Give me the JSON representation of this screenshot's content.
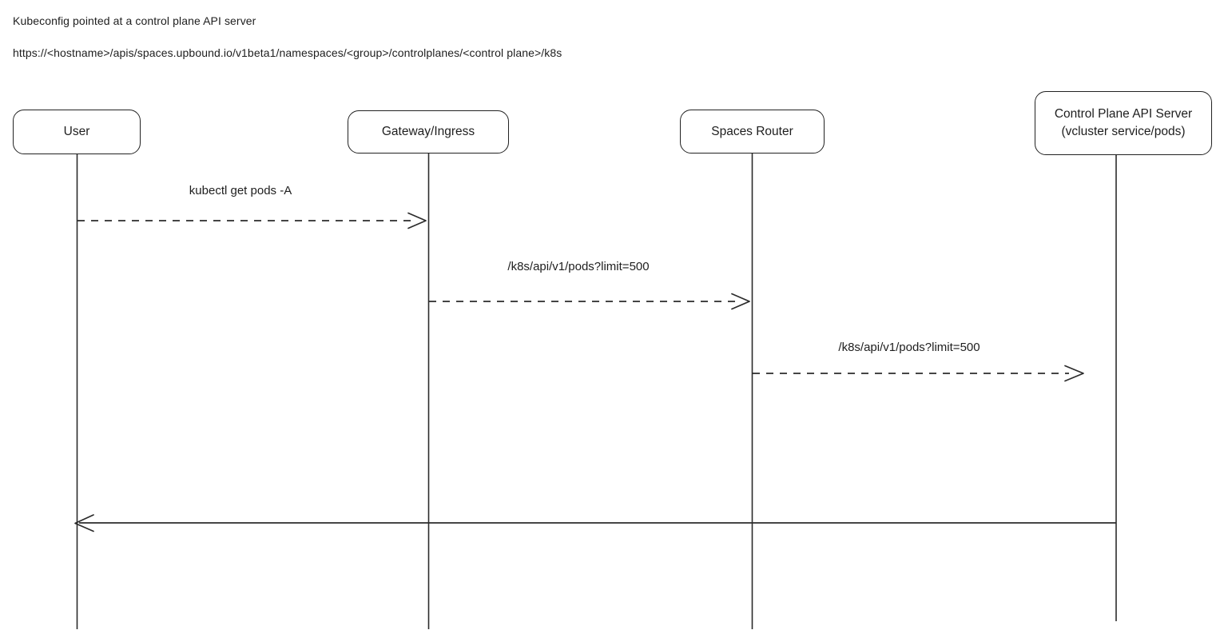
{
  "header": {
    "line1": "Kubeconfig pointed at a control plane API server",
    "line2": "https://<hostname>/apis/spaces.upbound.io/v1beta1/namespaces/<group>/controlplanes/<control plane>/k8s"
  },
  "diagram": {
    "type": "sequence",
    "style": "hand-drawn",
    "colors": {
      "stroke": "#2b2b2b",
      "text": "#1e1e1e",
      "background": "#ffffff"
    },
    "actors": [
      {
        "id": "user",
        "label": "User"
      },
      {
        "id": "gateway",
        "label": "Gateway/Ingress"
      },
      {
        "id": "spaces-router",
        "label": "Spaces Router"
      },
      {
        "id": "control-plane",
        "label": "Control Plane API Server",
        "sublabel": "(vcluster service/pods)"
      }
    ],
    "messages": [
      {
        "from": "user",
        "to": "gateway",
        "label": "kubectl get pods -A",
        "line_style": "dashed",
        "direction": "right"
      },
      {
        "from": "gateway",
        "to": "spaces-router",
        "label": "/k8s/api/v1/pods?limit=500",
        "line_style": "dashed",
        "direction": "right"
      },
      {
        "from": "spaces-router",
        "to": "control-plane",
        "label": "/k8s/api/v1/pods?limit=500",
        "line_style": "dashed",
        "direction": "right"
      },
      {
        "from": "control-plane",
        "to": "user",
        "label": "",
        "line_style": "solid",
        "direction": "left"
      }
    ]
  }
}
